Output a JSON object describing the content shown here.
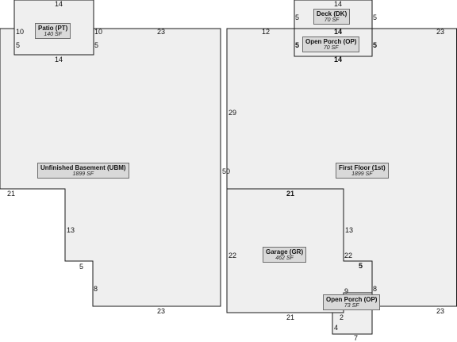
{
  "areas": {
    "patio": {
      "name": "Patio (PT)",
      "area": "140 SF"
    },
    "basement": {
      "name": "Unfinished Basement (UBM)",
      "area": "1899 SF"
    },
    "deck": {
      "name": "Deck (DK)",
      "area": "70 SF"
    },
    "open_porch_top": {
      "name": "Open Porch (OP)",
      "area": "70 SF"
    },
    "first_floor": {
      "name": "First Floor (1st)",
      "area": "1899 SF"
    },
    "garage": {
      "name": "Garage (GR)",
      "area": "462 SF"
    },
    "open_porch_bottom": {
      "name": "Open Porch (OP)",
      "area": "73 SF"
    }
  },
  "dimensions": {
    "patio_top": "14",
    "patio_left": "10",
    "patio_right": "10",
    "patio_left_lower": "5",
    "patio_right_lower": "5",
    "patio_bottom": "14",
    "basement_top": "23",
    "basement_left": "21",
    "basement_notch": "13",
    "basement_step": "5",
    "basement_lower": "8",
    "basement_bottom": "23",
    "basement_right": "50",
    "deck_top": "14",
    "deck_left": "5",
    "deck_right": "5",
    "porch_top": "14",
    "porch_left": "5",
    "porch_right": "5",
    "porch_bottom": "14",
    "first_top_left": "12",
    "first_top_right": "23",
    "first_left": "29",
    "garage_top": "21",
    "garage_right": "13",
    "garage_left": "22",
    "garage_step": "22",
    "garage_bottom": "21",
    "porch2_top": "5",
    "porch2_left": "9",
    "porch2_right": "8",
    "porch2_a": "2",
    "porch2_b": "4",
    "porch2_c": "7",
    "first_bottom": "23"
  },
  "colors": {
    "fill": "#efefef",
    "stroke": "#1a1a1a",
    "label_bg": "#d9d9d9"
  }
}
